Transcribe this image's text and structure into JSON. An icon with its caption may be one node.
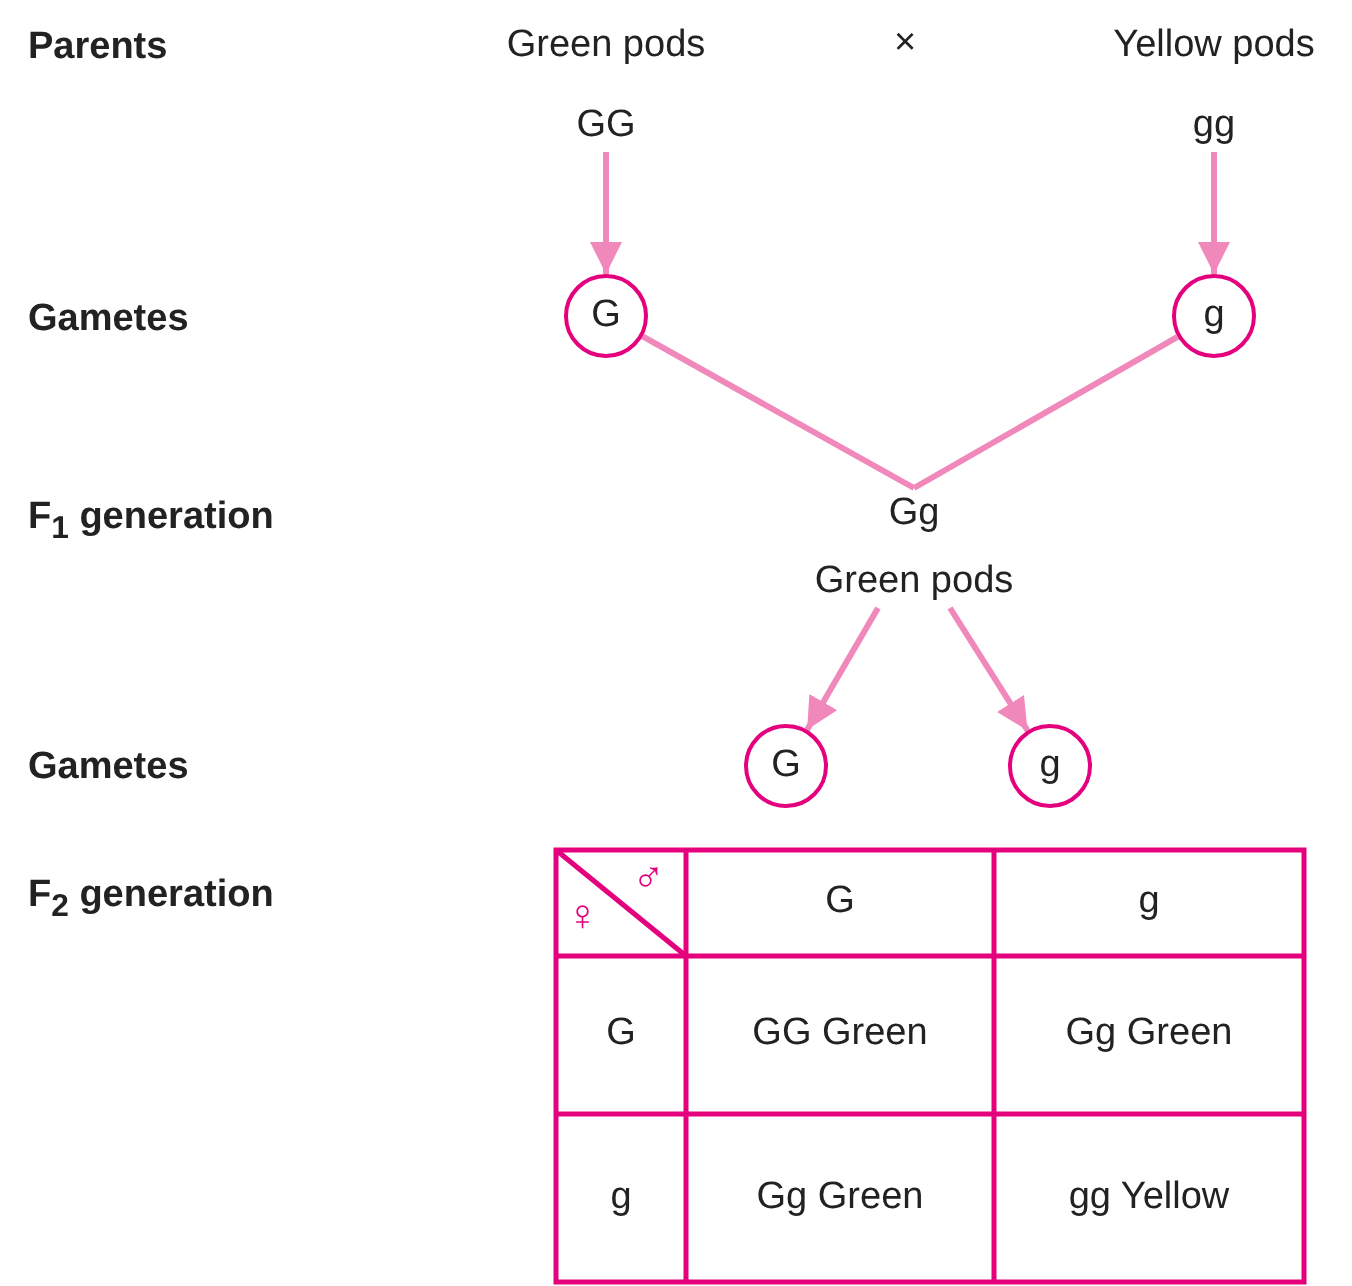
{
  "diagram": {
    "nodes": [
      {
        "text": [
          "Green pods",
          "GG"
        ]
      },
      {
        "text": [
          "Yellow pods",
          "gg"
        ]
      },
      {
        "text": [
          "G"
        ]
      },
      {
        "text": [
          "g"
        ]
      },
      {
        "text": [
          "Gg",
          "Green pods"
        ]
      },
      {
        "text": [
          "G"
        ]
      },
      {
        "text": [
          "g"
        ]
      }
    ],
    "edges": [
      {
        "from": 0,
        "to": 2,
        "arrow": "to"
      },
      {
        "from": 1,
        "to": 3,
        "arrow": "to"
      },
      {
        "from": 2,
        "to": 4,
        "arrow": "none"
      },
      {
        "from": 3,
        "to": 4,
        "arrow": "none"
      },
      {
        "from": 4,
        "to": 5,
        "arrow": "to"
      },
      {
        "from": 4,
        "to": 6,
        "arrow": "to"
      }
    ],
    "labels": [
      "Parents",
      "×",
      "Gametes",
      "F$_{1}$ generation",
      "Gametes",
      "F$_{2}$ generation",
      "♀",
      "♂",
      "G",
      "g",
      "G",
      "GG Green",
      "Gg Green",
      "g",
      "Gg Green",
      "gg Yellow"
    ]
  }
}
